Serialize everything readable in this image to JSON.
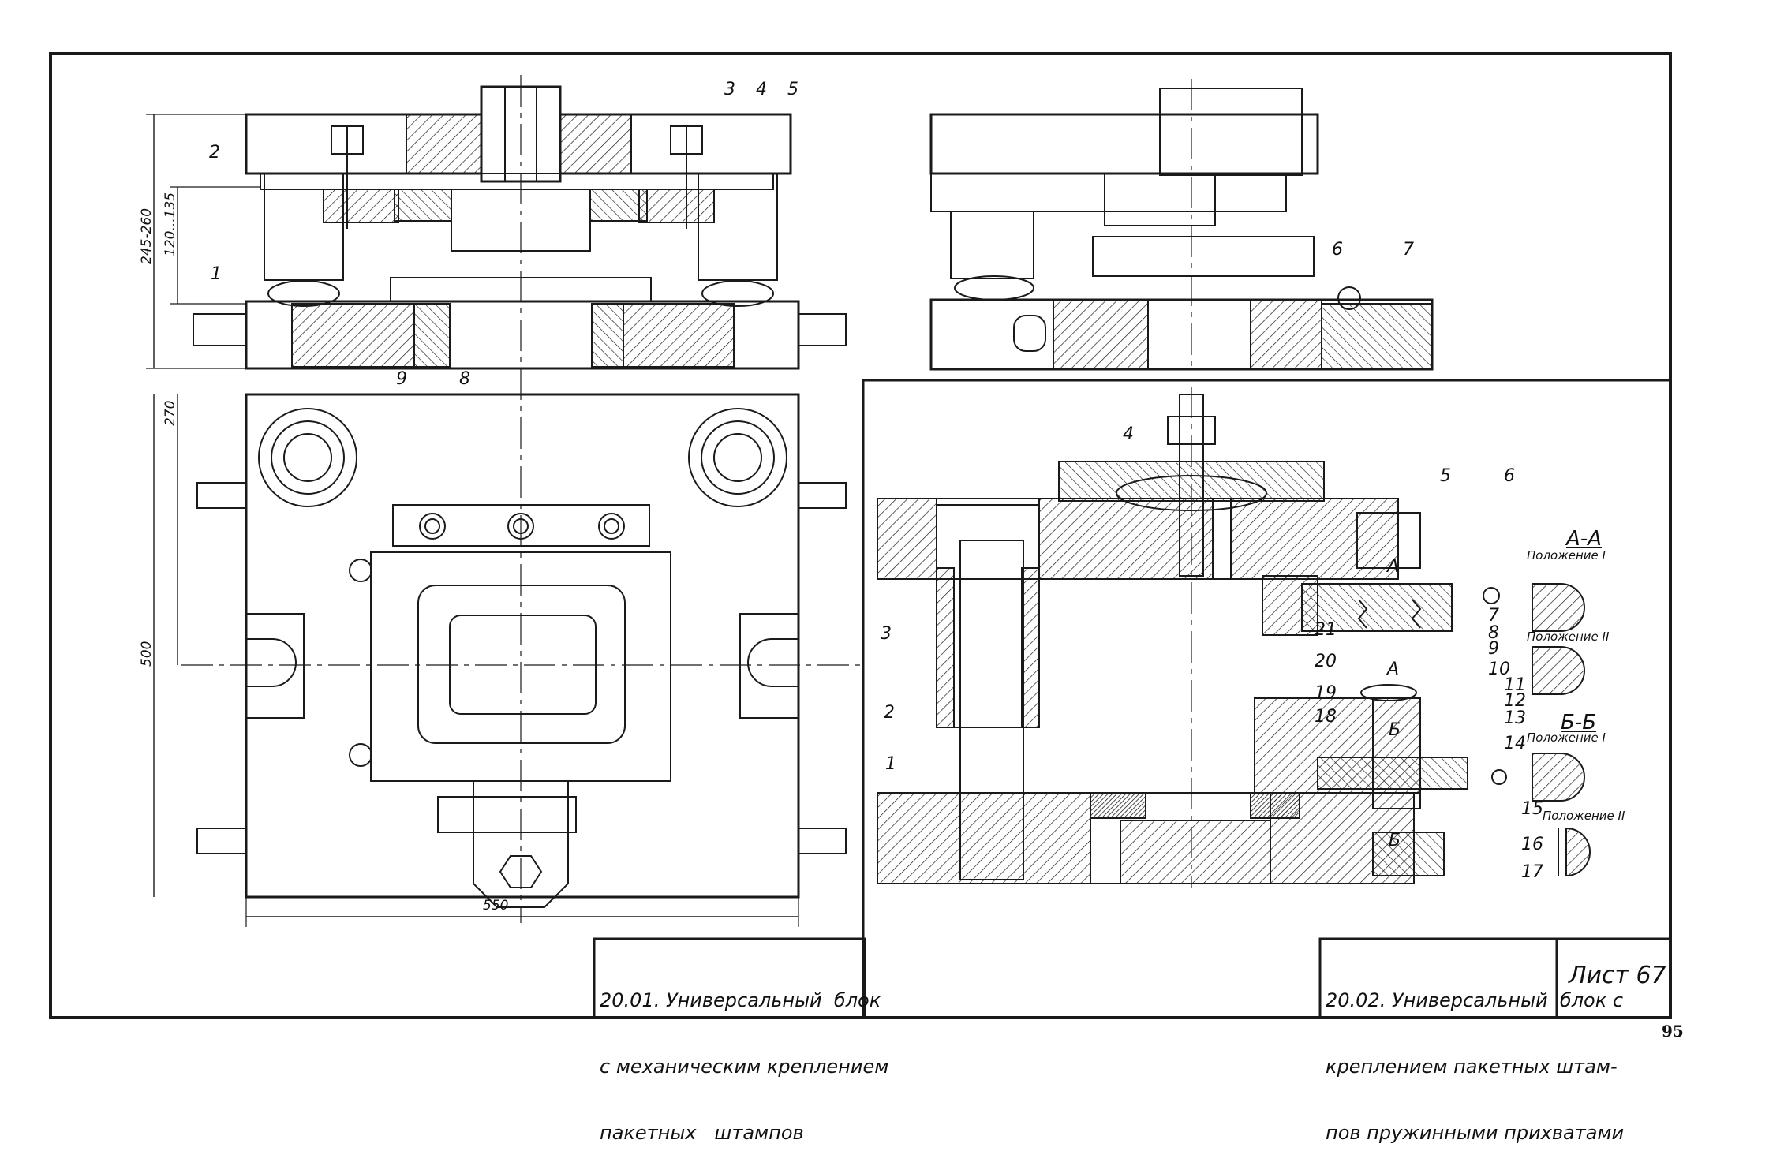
{
  "colors": {
    "ink": "#1a1a1a",
    "paper": "#ffffff"
  },
  "drawing_2001": {
    "caption_lines": [
      "20.01. Универсальный  блок",
      "с механическим креплением",
      "пакетных   штампов"
    ],
    "part_numbers": [
      "1",
      "2",
      "3",
      "4",
      "5",
      "8",
      "9"
    ],
    "dimensions": {
      "overall_height": "245-260",
      "shut_height": "120...135",
      "width_270": "270",
      "height_500": "500",
      "length_550": "550"
    }
  },
  "drawing_2002": {
    "caption_lines": [
      "20.02. Универсальный  блок с",
      "креплением пакетных штам-",
      "пов пружинными прихватами"
    ],
    "part_numbers_top_view": [
      "6",
      "7"
    ],
    "part_numbers": [
      "1",
      "2",
      "3",
      "4",
      "5",
      "6",
      "7",
      "8",
      "9",
      "10",
      "11",
      "12",
      "13",
      "14",
      "15",
      "16",
      "17",
      "18",
      "19",
      "20",
      "21"
    ],
    "section_marks": {
      "a": "А",
      "b": "Б"
    },
    "section_a": {
      "title": "А-А",
      "position_1": "Положение I",
      "position_2": "Положение II"
    },
    "section_b": {
      "title": "Б-Б",
      "position_1": "Положение I",
      "position_2": "Положение II"
    }
  },
  "sheet_label": "Лист 67",
  "page_number": "95"
}
